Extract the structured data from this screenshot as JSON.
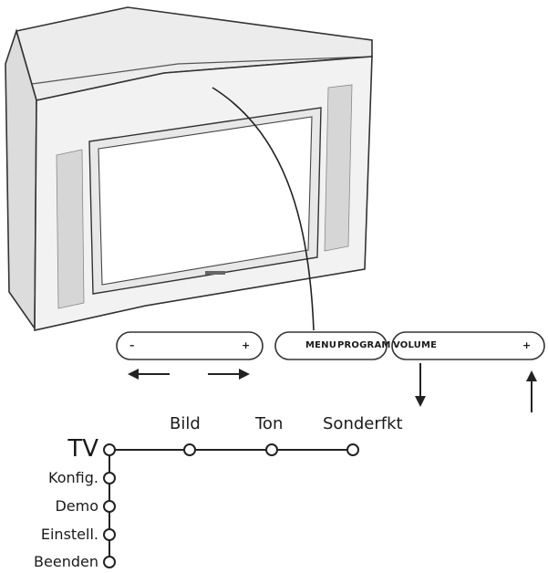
{
  "controls": {
    "volume_minus": "–",
    "volume_plus": "+",
    "menu": "MENU",
    "program": "PROGRAM",
    "volume": "VOLUME",
    "volume_plus_right": "+"
  },
  "menu": {
    "root": "TV",
    "top_items": [
      "Bild",
      "Ton",
      "Sonderfkt"
    ],
    "left_items": [
      "Konfig.",
      "Demo",
      "Einstell.",
      "Beenden"
    ]
  }
}
